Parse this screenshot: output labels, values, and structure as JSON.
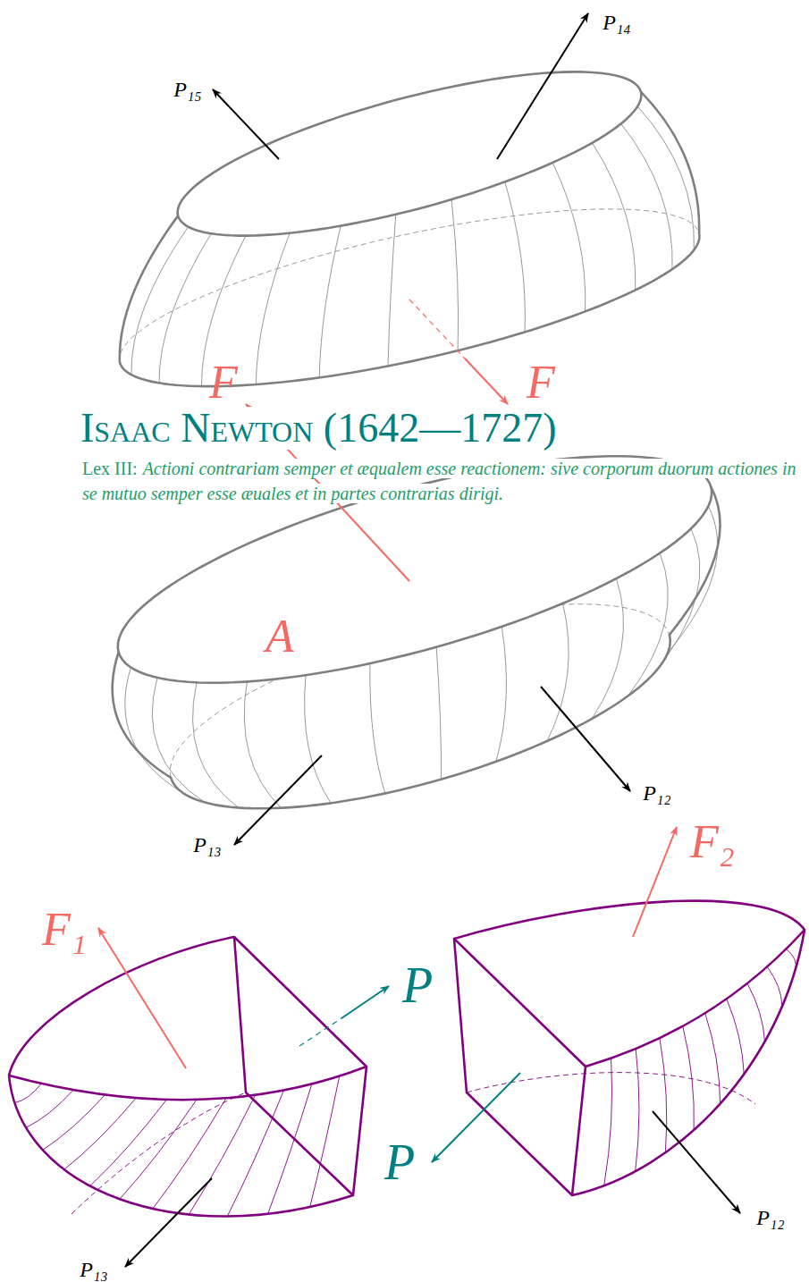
{
  "diagram": {
    "title": "Isaac Newton (1642—1727)",
    "caption": "Actioni contrariam semper et æqualem esse reactionem: sive corporum duorum actiones in se mutuo semper esse æuales et in partes contrarias dirigi.",
    "labels": [
      "P₁₄",
      "P₁₅",
      "F",
      "F",
      "Lex III:",
      "A",
      "P₁₂",
      "P₁₃",
      "F₂",
      "F₁",
      "P",
      "P",
      "P₁₂",
      "P₁₃"
    ]
  }
}
